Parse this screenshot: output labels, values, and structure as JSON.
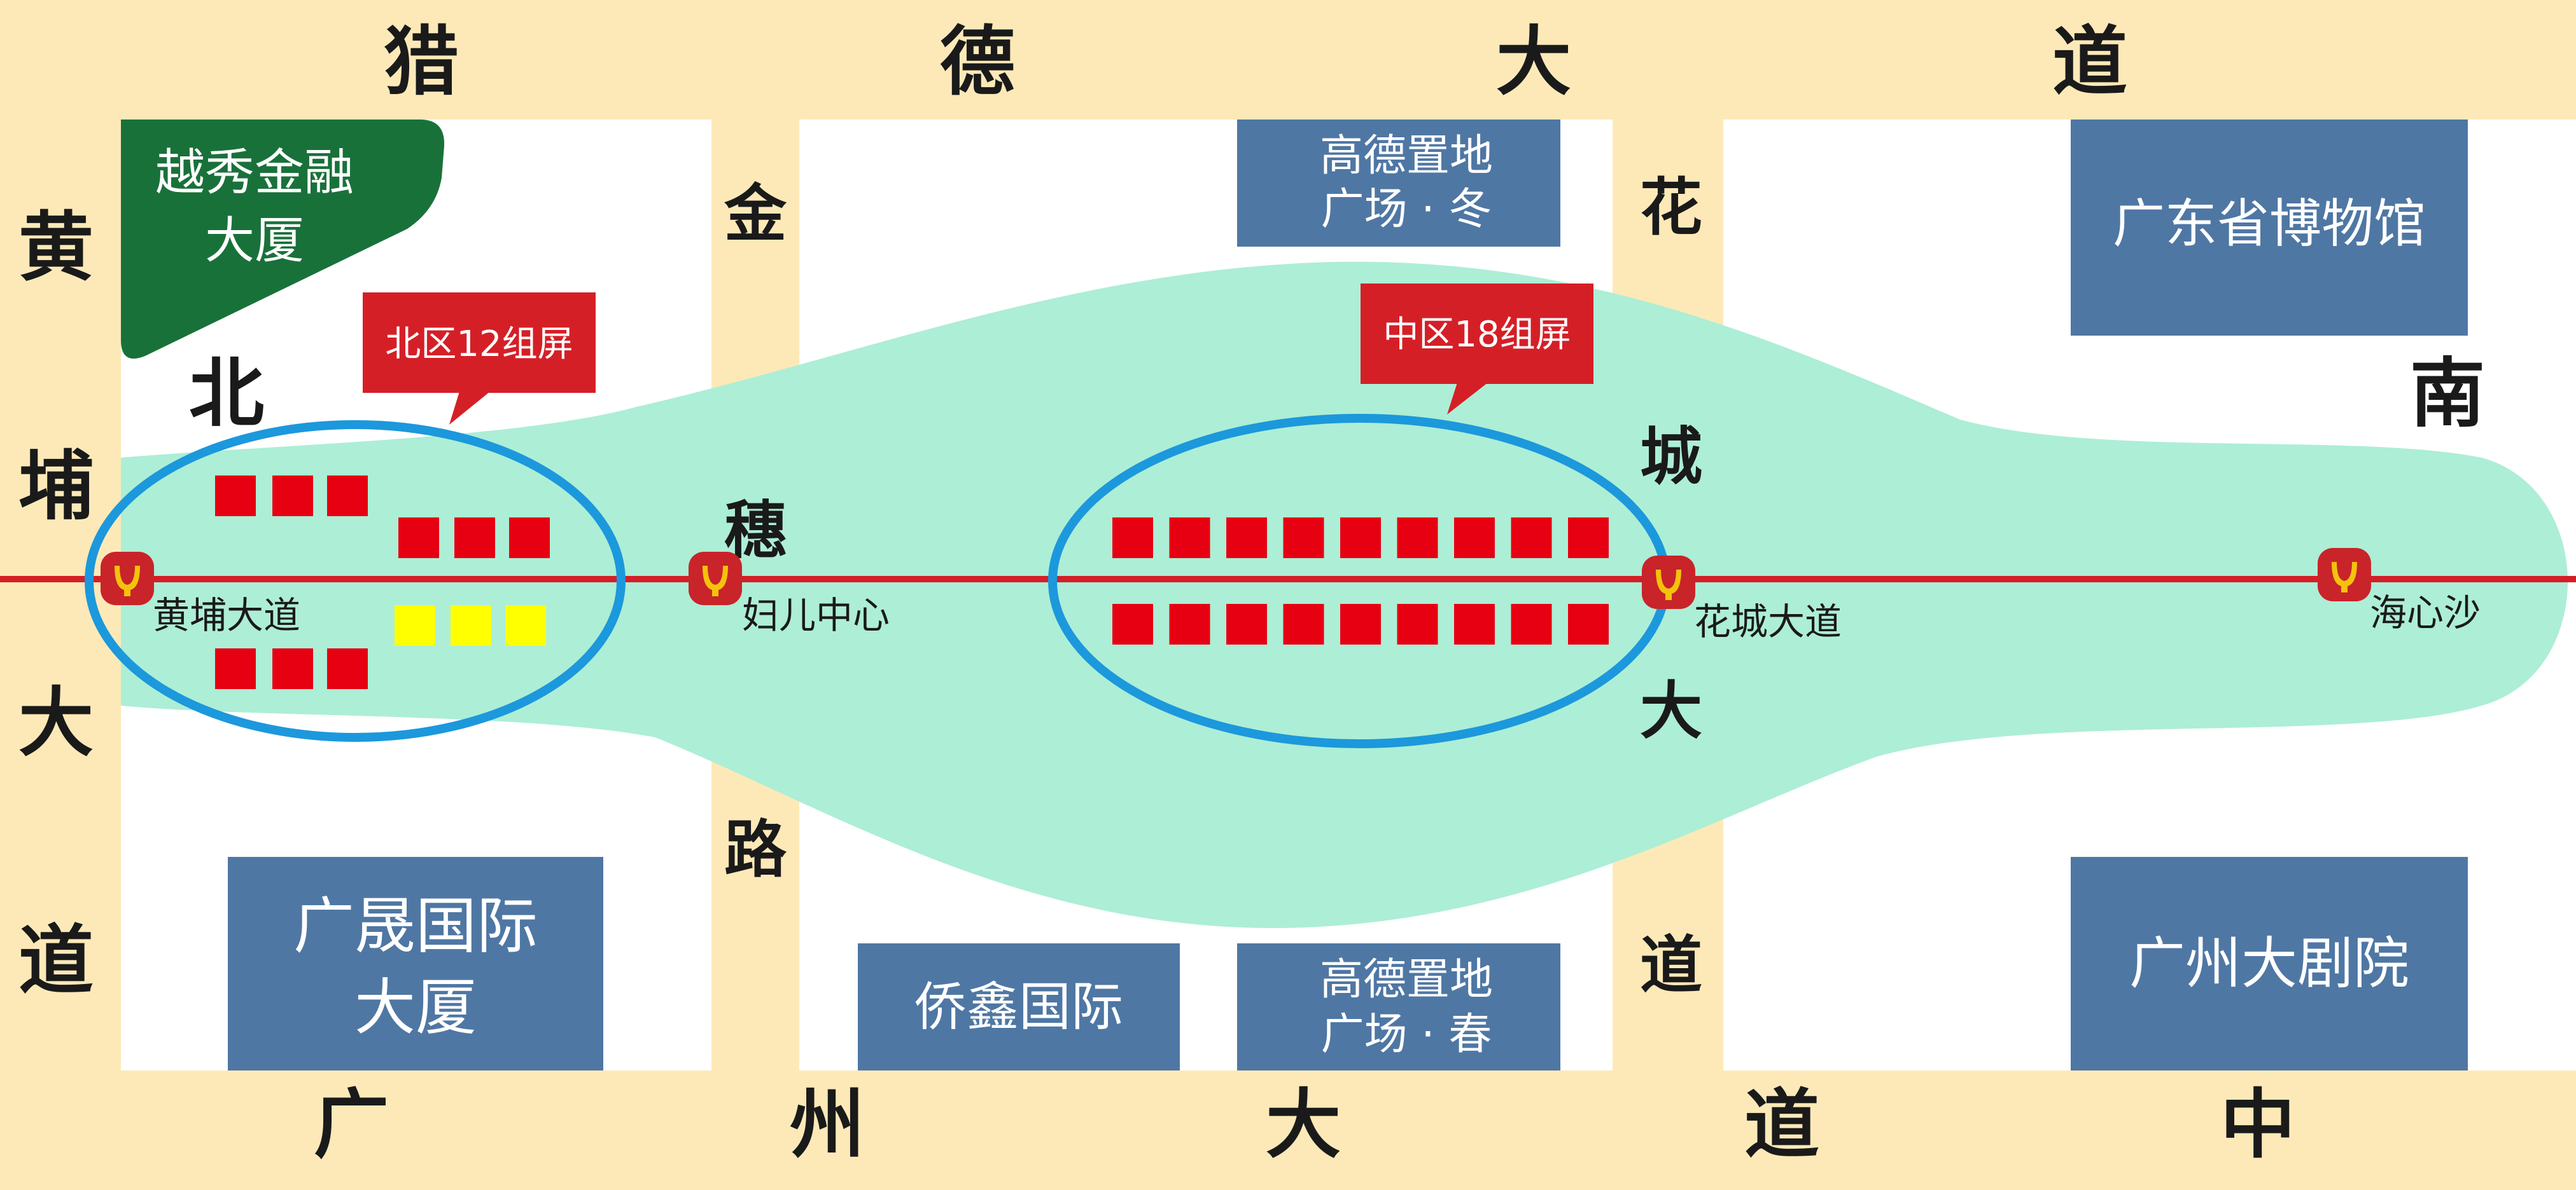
{
  "colors": {
    "road": "#fde9b8",
    "block": "#ffffff",
    "green_zone": "#adeed6",
    "building": "#4f77a4",
    "yuexiu": "#19713a",
    "rail": "#d41f27",
    "ellipse": "#1c98dc",
    "callout": "#d51f27",
    "screen_red": "#e60012",
    "screen_yellow": "#ffff00",
    "metro_logo": "#c8242a",
    "metro_logo_mark": "#f4c20d"
  },
  "roads": {
    "top": [
      "猎",
      "德",
      "大",
      "道"
    ],
    "bottom": [
      "广",
      "州",
      "大",
      "道",
      "中"
    ],
    "left": [
      "黄",
      "埔",
      "大",
      "道"
    ],
    "north_label": "北",
    "jinsui": [
      "金",
      "穗",
      "路"
    ],
    "huacheng": [
      "花",
      "城",
      "大",
      "道"
    ],
    "south_label": "南"
  },
  "buildings": {
    "yuexiu": [
      "越秀金融",
      "大厦"
    ],
    "gaode_winter": [
      "高德置地",
      "广场 · 冬"
    ],
    "museum": "广东省博物馆",
    "guangsheng": [
      "广晟国际",
      "大厦"
    ],
    "qiaoxin": "侨鑫国际",
    "gaode_spring": [
      "高德置地",
      "广场 · 春"
    ],
    "opera": "广州大剧院"
  },
  "stations": [
    {
      "name": "黄埔大道",
      "icon": "metro-logo"
    },
    {
      "name": "妇儿中心",
      "icon": "metro-logo"
    },
    {
      "name": "花城大道",
      "icon": "metro-logo"
    },
    {
      "name": "海心沙",
      "icon": "metro-logo"
    }
  ],
  "callouts": {
    "north": "北区12组屏",
    "middle": "中区18组屏"
  },
  "screen_groups": {
    "north_red": 9,
    "north_yellow": 3,
    "middle_red": 18,
    "north_total": 12,
    "middle_total": 18
  }
}
